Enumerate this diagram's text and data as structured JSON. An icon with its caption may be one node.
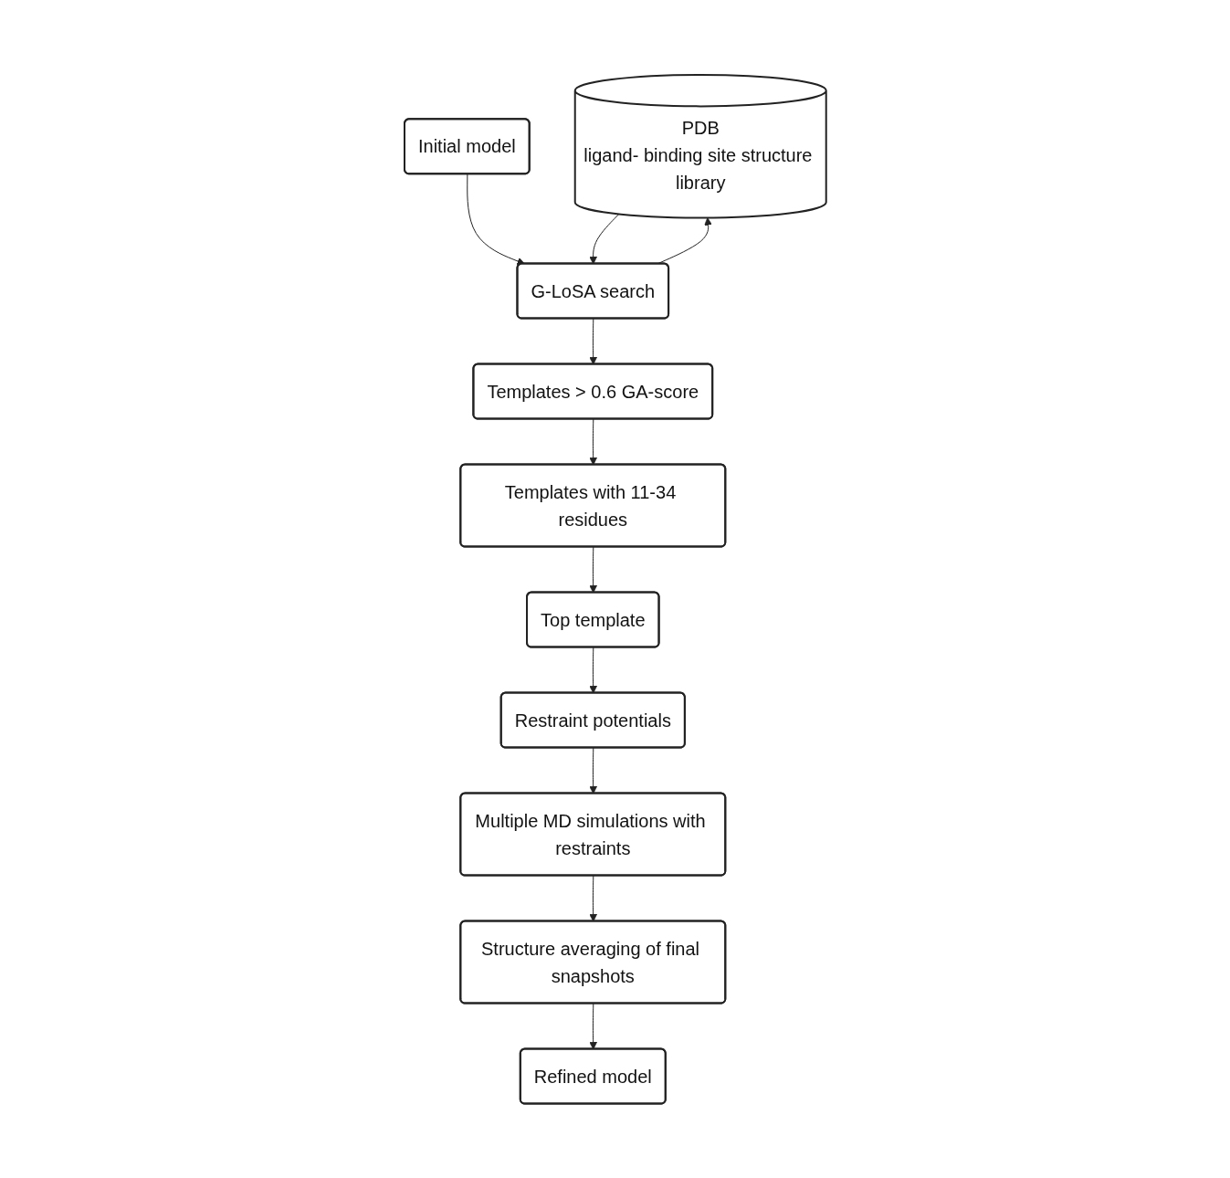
{
  "diagram": {
    "nodes": [
      {
        "text": [
          "PDB",
          "ligand- binding site structure library"
        ]
      },
      {
        "text": [
          "Initial model"
        ]
      },
      {
        "text": [
          "G-LoSA search"
        ]
      },
      {
        "text": [
          "Templates > 0.6 GA-score"
        ]
      },
      {
        "text": [
          "Restraint potentials"
        ]
      },
      {
        "text": [
          "Top template"
        ]
      },
      {
        "text": [
          "Templates with 11-34 residues"
        ]
      },
      {
        "text": [
          "Multiple MD simulations with restraints"
        ]
      },
      {
        "text": [
          "Structure averaging of final snapshots"
        ]
      },
      {
        "text": [
          "Refined model"
        ]
      }
    ],
    "edges": [
      {
        "from": 1,
        "to": 2,
        "arrow": "to"
      },
      {
        "from": 2,
        "to": 0,
        "arrow": "to"
      },
      {
        "from": 0,
        "to": 2,
        "arrow": "to"
      },
      {
        "from": 2,
        "to": 3,
        "arrow": "to"
      },
      {
        "from": 3,
        "to": 6,
        "arrow": "to"
      },
      {
        "from": 6,
        "to": 5,
        "arrow": "to"
      },
      {
        "from": 5,
        "to": 4,
        "arrow": "to"
      },
      {
        "from": 4,
        "to": 7,
        "arrow": "to"
      },
      {
        "from": 7,
        "to": 8,
        "arrow": "to"
      },
      {
        "from": 8,
        "to": 9,
        "arrow": "to"
      }
    ]
  }
}
